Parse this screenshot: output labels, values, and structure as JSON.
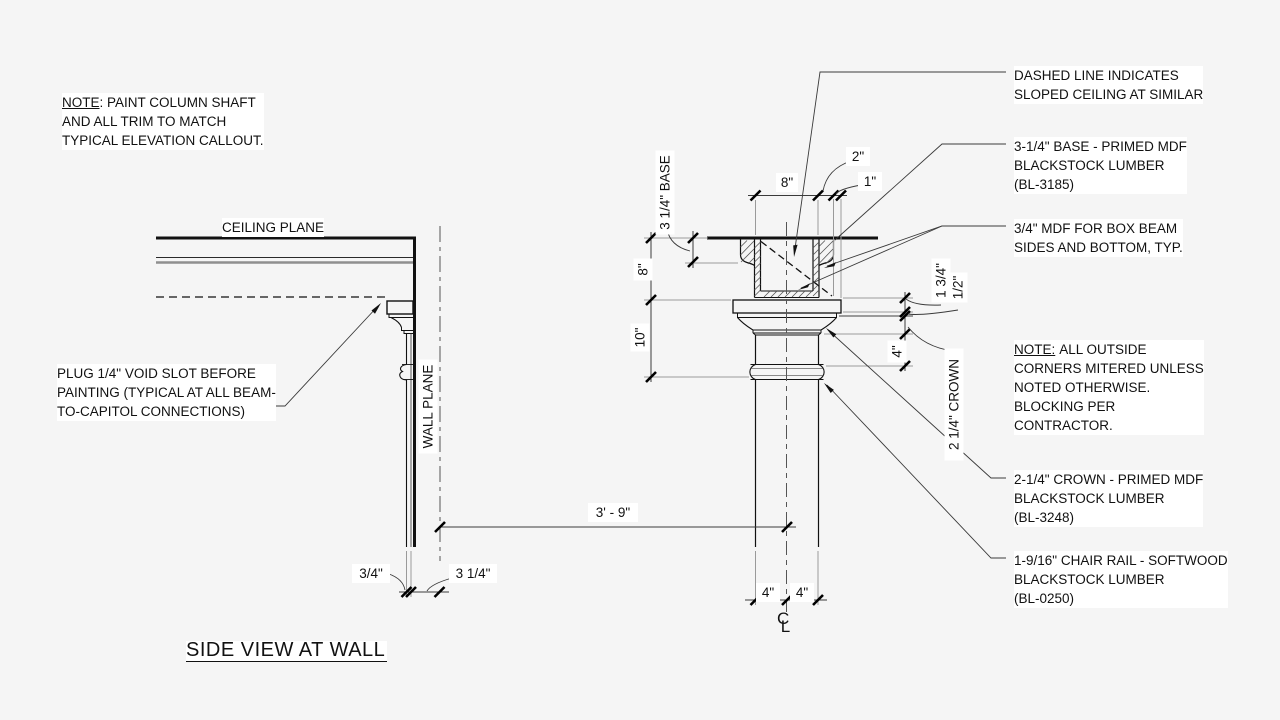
{
  "title": "SIDE VIEW AT WALL",
  "colors": {
    "background": "#f5f5f5",
    "object_line": "#111111",
    "dim_line": "#3a3a3a",
    "extension_line": "#9a9a9a",
    "text_mask": "#ffffff"
  },
  "notes": {
    "paint": {
      "label": "NOTE",
      "rest": ": PAINT COLUMN SHAFT",
      "lines": [
        "AND ALL TRIM TO MATCH",
        "TYPICAL ELEVATION CALLOUT."
      ]
    },
    "plug": {
      "lines": [
        "PLUG 1/4\" VOID SLOT BEFORE",
        "PAINTING (TYPICAL AT ALL BEAM-",
        "TO-CAPITOL CONNECTIONS)"
      ]
    }
  },
  "left_view": {
    "ceiling_plane": "CEILING PLANE",
    "wall_plane": "WALL PLANE",
    "dims": {
      "mdf_thickness": "3/4\"",
      "base_depth": "3 1/4\"",
      "wall_to_center": "3' - 9\""
    }
  },
  "right_view": {
    "base_label": "3 1/4\" BASE",
    "crown_label": "2 1/4\" CROWN",
    "dims": {
      "beam_width": "8\"",
      "beam_overhang": "2\"",
      "abacus_edge": "1\"",
      "beam_depth": "8\"",
      "capital_height": "10\"",
      "abacus_height": "1 3/4\"",
      "fillet_height": "1/2\"",
      "crown_to_rail": "4\"",
      "shaft_left": "4\"",
      "shaft_right": "4\""
    },
    "centerline": {
      "c": "C",
      "l": "L"
    }
  },
  "annotations": [
    {
      "lines": [
        "DASHED LINE INDICATES",
        "SLOPED CEILING AT SIMILAR"
      ]
    },
    {
      "lines": [
        "3-1/4\" BASE - PRIMED MDF",
        "BLACKSTOCK LUMBER",
        "(BL-3185)"
      ]
    },
    {
      "lines": [
        "3/4\" MDF FOR BOX BEAM",
        "SIDES AND BOTTOM, TYP."
      ]
    },
    {
      "label": "NOTE:",
      "first_rest": "ALL OUTSIDE",
      "lines": [
        "CORNERS MITERED UNLESS",
        "NOTED OTHERWISE.",
        "BLOCKING PER",
        "CONTRACTOR."
      ]
    },
    {
      "lines": [
        "2-1/4\" CROWN - PRIMED MDF",
        "BLACKSTOCK LUMBER",
        "(BL-3248)"
      ]
    },
    {
      "lines": [
        "1-9/16\" CHAIR RAIL - SOFTWOOD",
        "BLACKSTOCK LUMBER",
        "(BL-0250)"
      ]
    }
  ]
}
